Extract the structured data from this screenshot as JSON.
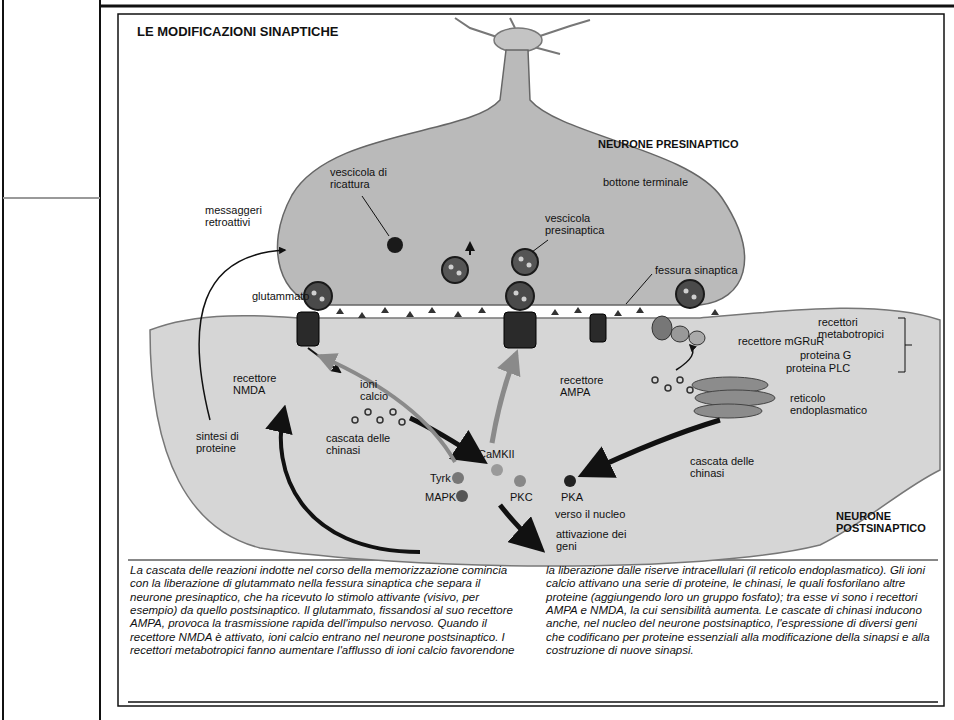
{
  "diagram": {
    "title": "LE MODIFICAZIONI SINAPTICHE",
    "caption": "La cascata delle reazioni indotte nel corso della memorizzazione comincia con la liberazione di glutammato nella fessura sinaptica che separa il neurone presinaptico, che ha ricevuto lo stimolo attivante (visivo, per esempio) da quello postsinaptico. Il glutammato, fissandosi al suo recettore AMPA, provoca la trasmissione rapida dell'impulso nervoso. Quando il recettore NMDA è attivato, ioni calcio entrano nel neurone postsinaptico. I recettori metabotropici fanno aumentare l'afflusso di ioni calcio favorendone la liberazione dalle riserve intracellulari (il reticolo endoplasmatico). Gli ioni calcio attivano una serie di proteine, le chinasi, le quali fosforilano altre proteine (aggiungendo loro un gruppo fosfato); tra esse vi sono i recettori AMPA e NMDA, la cui sensibilità aumenta. Le cascate di chinasi inducono anche, nel nucleo del neurone postsinaptico, l'espressione di diversi geni che codificano per proteine essenziali alla modificazione della sinapsi e alla costruzione di nuove sinapsi.",
    "labels": [
      "NEURONE PRESINAPTICO",
      "vescicola di ricattura",
      "bottone terminale",
      "messaggeri retroattivi",
      "vescicola presinaptica",
      "fessura sinaptica",
      "recettori metabotropici",
      "glutammato",
      "recettore mGRuR",
      "proteina G",
      "proteina PLC",
      "recettore NMDA",
      "ioni calcio",
      "recettore AMPA",
      "reticolo endoplasmatico",
      "sintesi di proteine",
      "cascata delle chinasi",
      "cascata delle chinasi",
      "CaMKII",
      "Tyrk",
      "MAPK",
      "PKC",
      "PKA",
      "verso il nucleo",
      "attivazione dei geni",
      "NEURONE POSTSINAPTICO"
    ]
  }
}
